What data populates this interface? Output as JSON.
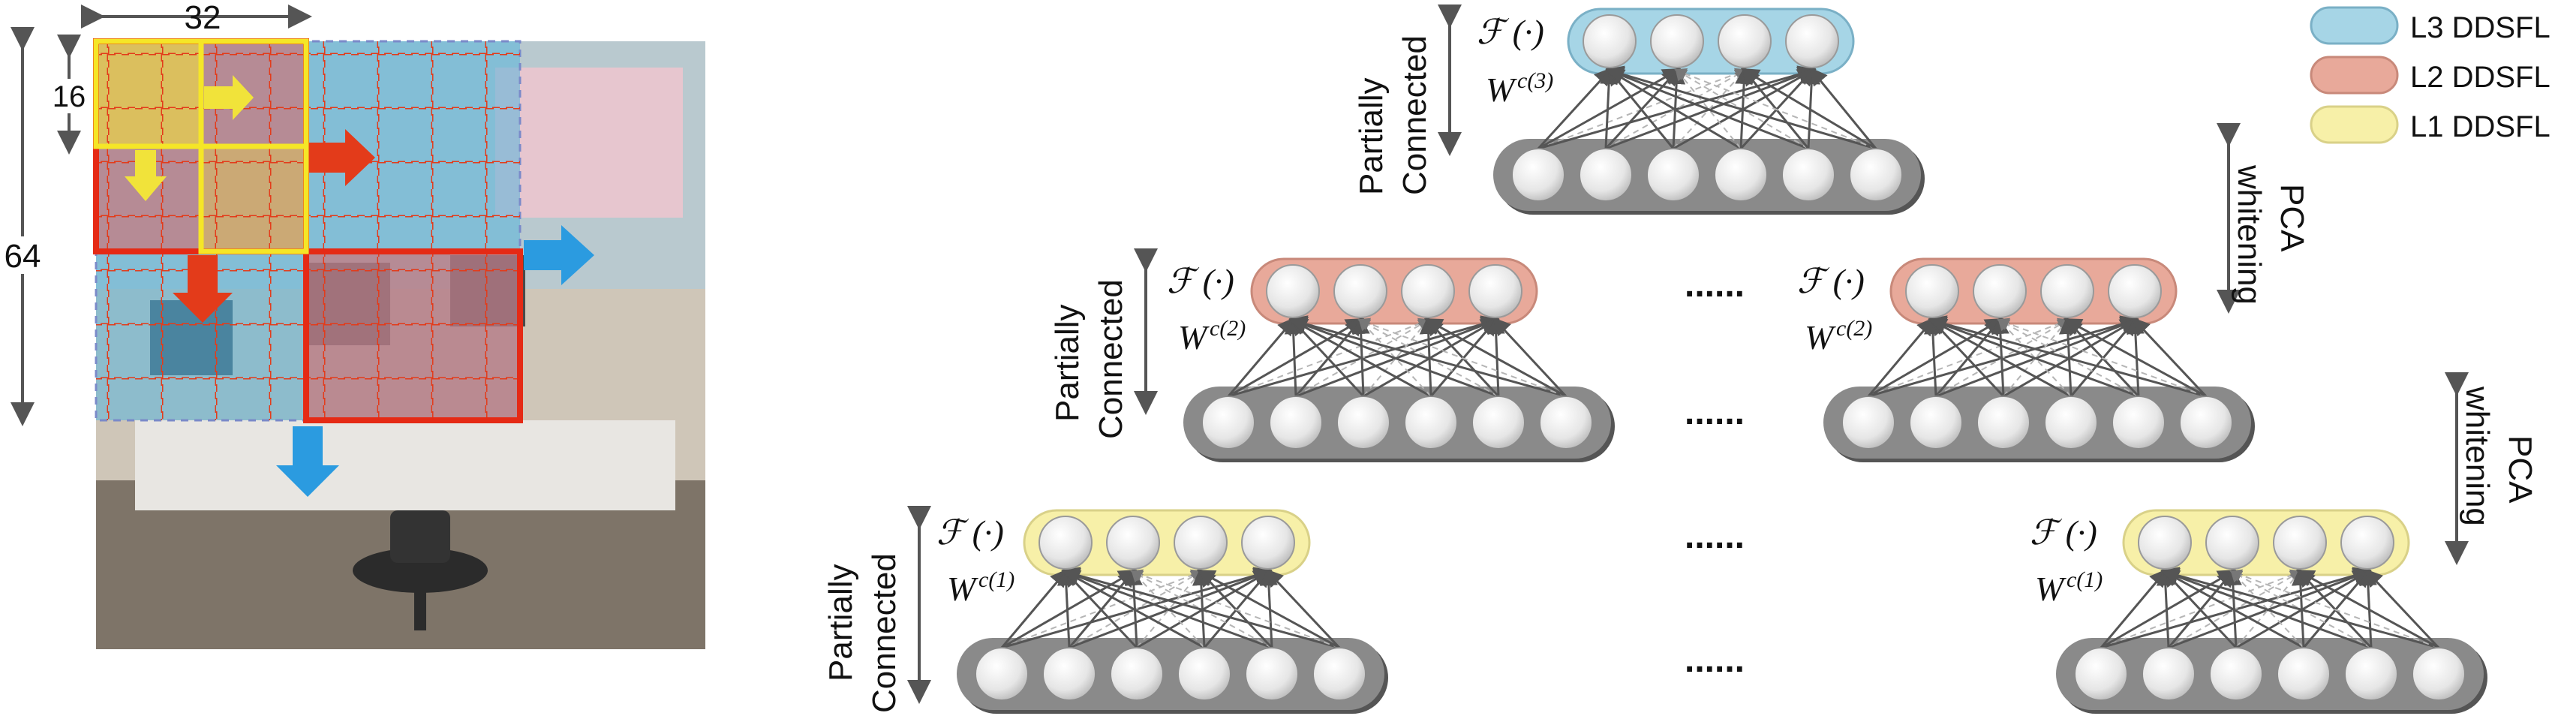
{
  "dimensions": {
    "width": "32",
    "height": "64",
    "block": "16"
  },
  "texts": {
    "partially_connected_line1": "Partially",
    "partially_connected_line2": "Connected",
    "pca_line1": "PCA",
    "pca_line2": "whitening",
    "ellipsis": "......",
    "func_label": "ℱ (·)",
    "weight_base": "W",
    "weight_c1": "c(1)",
    "weight_c2": "c(2)",
    "weight_c3": "c(3)"
  },
  "legend": [
    {
      "label": "L3 DDSFL",
      "color": "#a6d5e6"
    },
    {
      "label": "L2 DDSFL",
      "color": "#e8a99a"
    },
    {
      "label": "L1 DDSFL",
      "color": "#f7f0a8"
    }
  ],
  "colors": {
    "l1": "#f7f0a8",
    "l2": "#e8a99a",
    "l3": "#a6d5e6",
    "input_bar": "#8a8a8a",
    "red_arrow": "#e33b1a",
    "yellow_arrow": "#f1e33a",
    "blue_arrow": "#2b9be0"
  }
}
